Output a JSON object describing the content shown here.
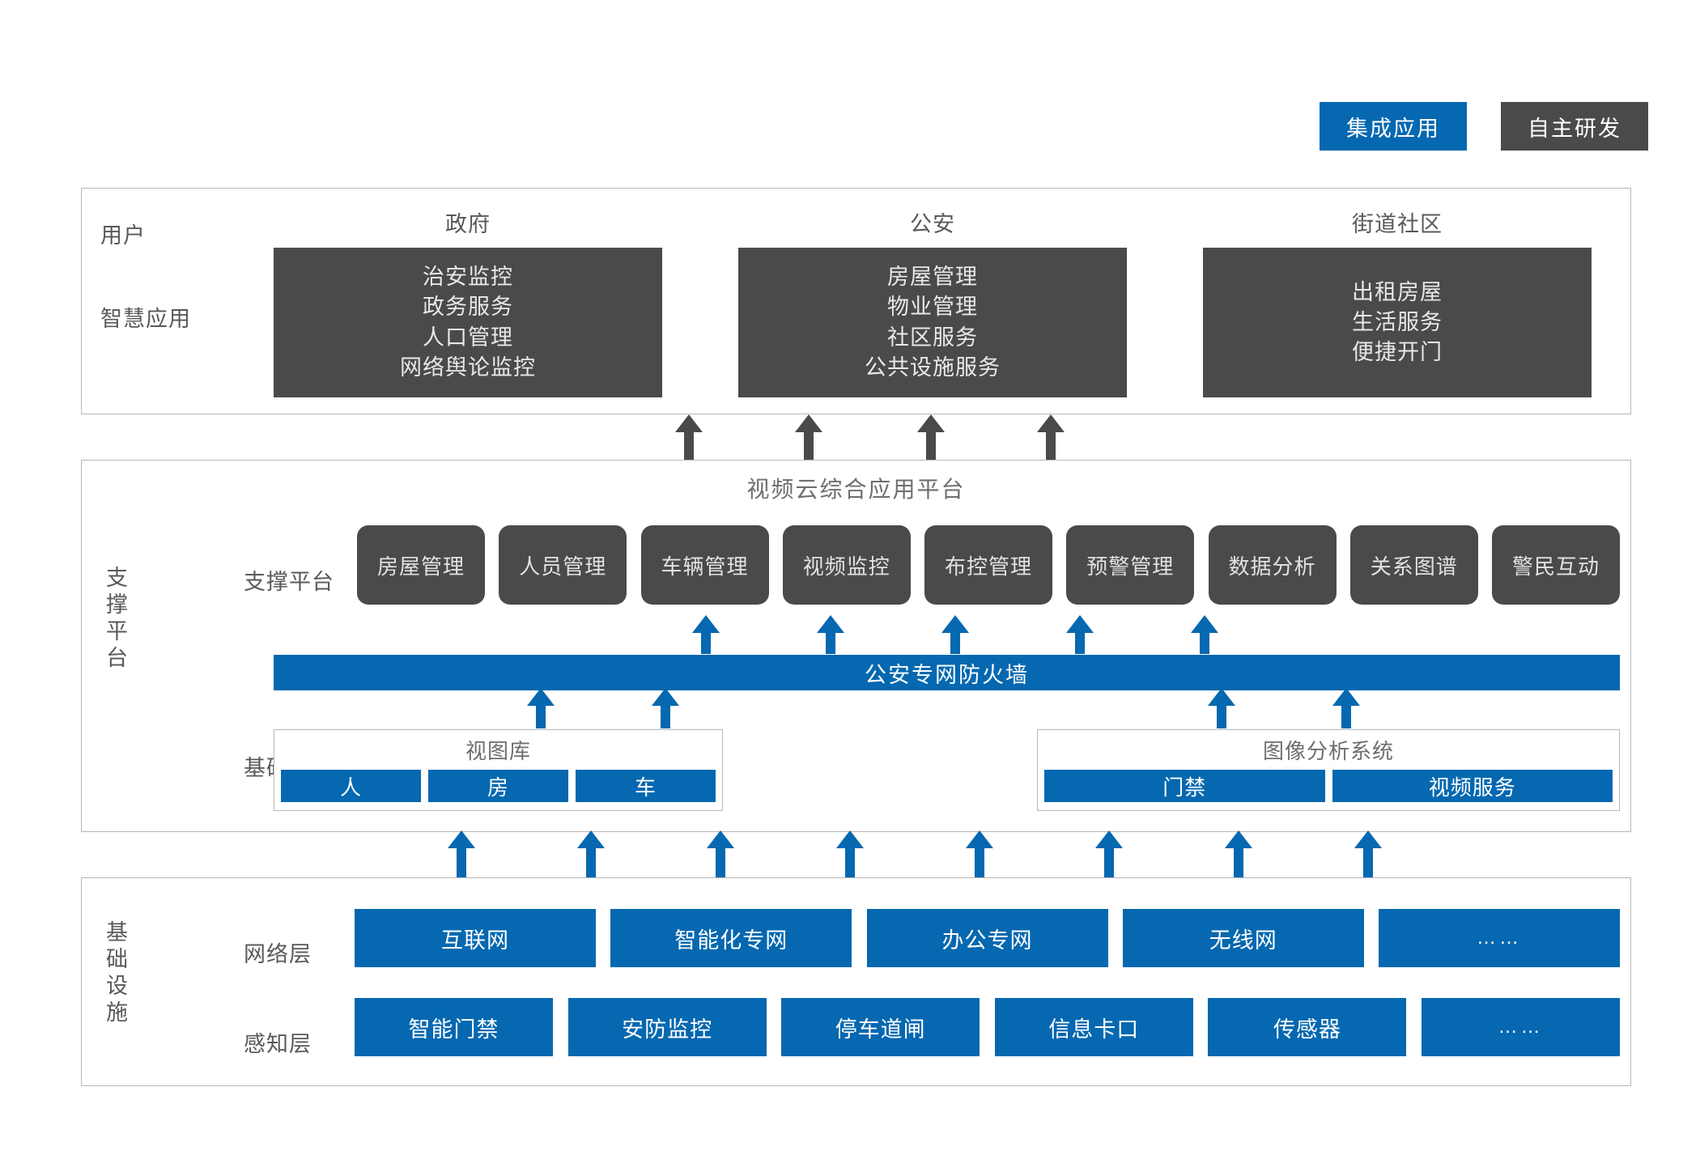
{
  "legend": {
    "items": [
      {
        "label": "集成应用",
        "color": "#0568b0",
        "type": "integrated"
      },
      {
        "label": "自主研发",
        "color": "#4a4a4a",
        "type": "self-developed"
      }
    ]
  },
  "applications": {
    "row_labels": {
      "user": "用户",
      "smart_app": "智慧应用"
    },
    "columns": [
      {
        "title": "政府",
        "items": [
          "治安监控",
          "政务服务",
          "人口管理",
          "网络舆论监控"
        ]
      },
      {
        "title": "公安",
        "items": [
          "房屋管理",
          "物业管理",
          "社区服务",
          "公共设施服务"
        ]
      },
      {
        "title": "街道社区",
        "items": [
          "出租房屋",
          "生活服务",
          "便捷开门"
        ]
      }
    ]
  },
  "platform": {
    "title": "视频云综合应用平台",
    "vertical_label": "支撑平台",
    "support_label": "支撑平台",
    "basic_label": "基础平台",
    "support_modules": [
      "房屋管理",
      "人员管理",
      "车辆管理",
      "视频监控",
      "布控管理",
      "预警管理",
      "数据分析",
      "关系图谱",
      "警民互动"
    ],
    "firewall": "公安专网防火墙",
    "basic_groups": [
      {
        "title": "视图库",
        "items": [
          "人",
          "房",
          "车"
        ]
      },
      {
        "title": "图像分析系统",
        "items": [
          "门禁",
          "视频服务"
        ]
      }
    ]
  },
  "infrastructure": {
    "vertical_label": "基础设施",
    "network_label": "网络层",
    "sensing_label": "感知层",
    "network_items": [
      "互联网",
      "智能化专网",
      "办公专网",
      "无线网",
      "……"
    ],
    "sensing_items": [
      "智能门禁",
      "安防监控",
      "停车道闸",
      "信息卡口",
      "传感器",
      "……"
    ]
  },
  "colors": {
    "blue": "#0568b0",
    "dark": "#4a4a4a",
    "border": "#b8b8b8",
    "text": "#595959"
  }
}
